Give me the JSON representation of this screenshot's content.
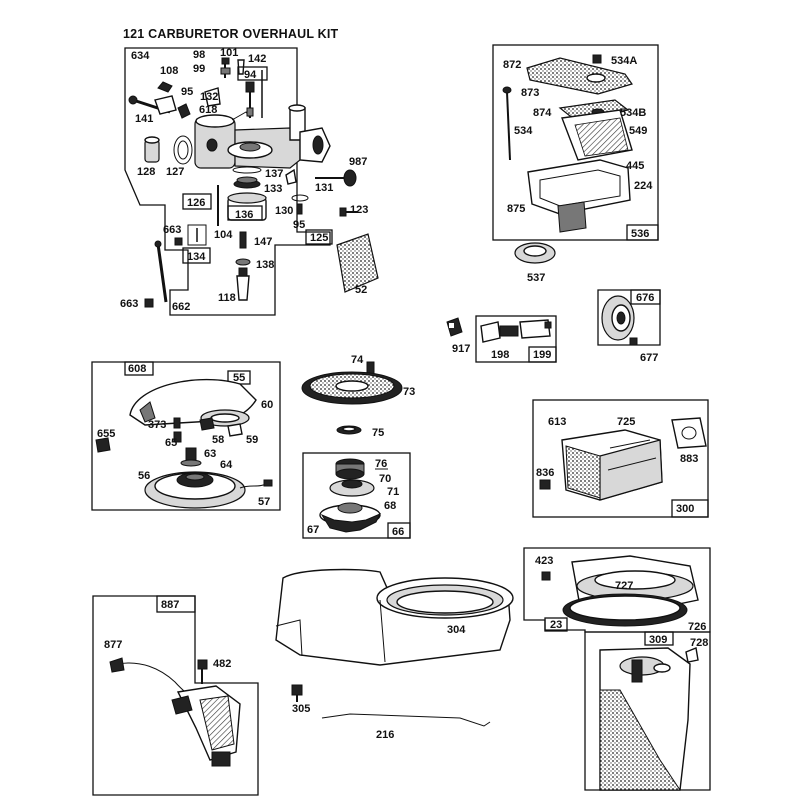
{
  "diagram": {
    "kit_title": "121 CARBURETOR OVERHAUL KIT",
    "labels": {
      "p634": "634",
      "p108": "108",
      "p98": "98",
      "p101": "101",
      "p99": "99",
      "p142": "142",
      "p94": "94",
      "p95a": "95",
      "p132": "132",
      "p618": "618",
      "p141": "141",
      "p128": "128",
      "p127": "127",
      "p126": "126",
      "p137": "137",
      "p133": "133",
      "p136": "136",
      "p987": "987",
      "p131": "131",
      "p130": "130",
      "p95b": "95",
      "p123": "123",
      "p125": "125",
      "p104": "104",
      "p147": "147",
      "p663a": "663",
      "p134": "134",
      "p138": "138",
      "p118": "118",
      "p52": "52",
      "p663b": "663",
      "p662": "662",
      "p872": "872",
      "p534A": "534A",
      "p873": "873",
      "p874": "874",
      "p534B": "534B",
      "p534": "534",
      "p549": "549",
      "p445": "445",
      "p224": "224",
      "p875": "875",
      "p536": "536",
      "p537": "537",
      "p917": "917",
      "p198": "198",
      "p199": "199",
      "p676": "676",
      "p677": "677",
      "p608": "608",
      "p55": "55",
      "p60": "60",
      "p373": "373",
      "p65": "65",
      "p58": "58",
      "p59": "59",
      "p655": "655",
      "p63": "63",
      "p64": "64",
      "p56": "56",
      "p57": "57",
      "p74": "74",
      "p73": "73",
      "p75": "75",
      "p76": "76",
      "p70": "70",
      "p71": "71",
      "p68": "68",
      "p67": "67",
      "p66": "66",
      "p613": "613",
      "p725": "725",
      "p883": "883",
      "p836": "836",
      "p300": "300",
      "p423": "423",
      "p727": "727",
      "p23": "23",
      "p726": "726",
      "p309": "309",
      "p728": "728",
      "p887": "887",
      "p877": "877",
      "p482": "482",
      "p305": "305",
      "p304": "304",
      "p216": "216"
    }
  }
}
